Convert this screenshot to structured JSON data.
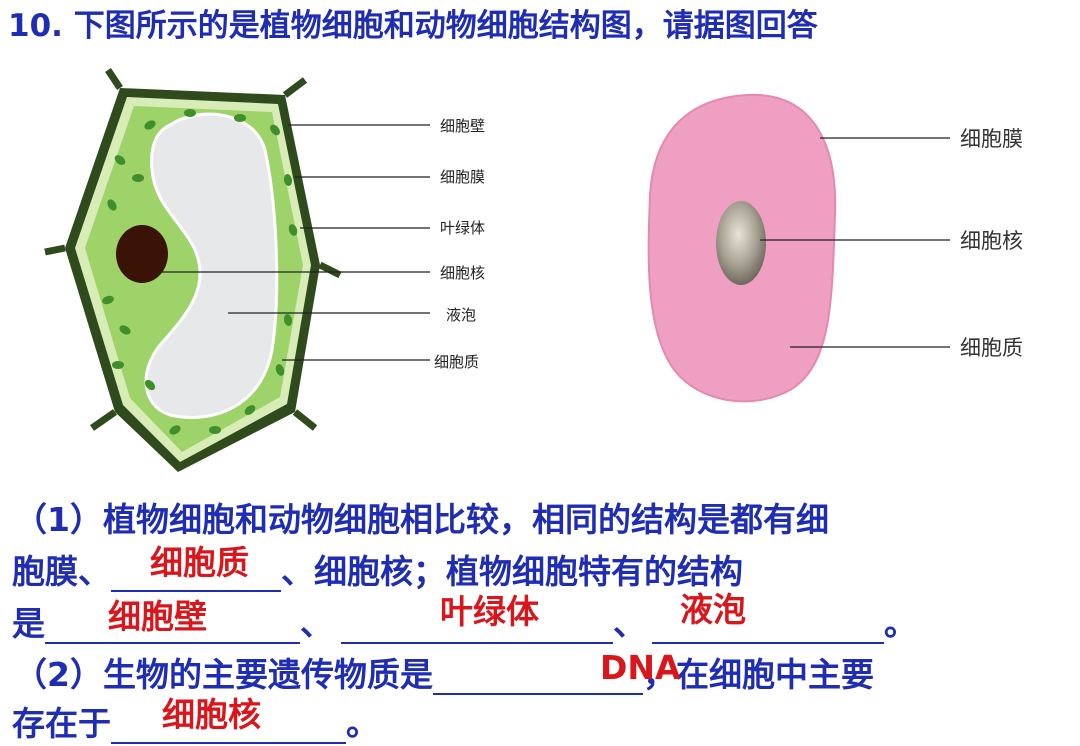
{
  "question": {
    "title": "10. 下图所示的是植物细胞和动物细胞结构图，请据图回答"
  },
  "plant_cell": {
    "labels": [
      "细胞壁",
      "细胞膜",
      "叶绿体",
      "细胞核",
      "液泡",
      "细胞质"
    ],
    "colors": {
      "cytoplasm": "#9ed36a",
      "wall": "#2f4a1c",
      "vacuole": "#e6e8ea",
      "nucleus": "#3a1206",
      "chloroplast": "#3f8f2a"
    }
  },
  "animal_cell": {
    "labels": [
      "细胞膜",
      "细胞核",
      "细胞质"
    ],
    "colors": {
      "cytoplasm": "#ef9fc2",
      "nucleus": "#9a9486"
    }
  },
  "part1": {
    "seg1": "（1）植物细胞和动物细胞相比较，相同的结构是都有细",
    "seg2a": "胞膜、",
    "seg2b": "、细胞核；植物细胞特有的结构",
    "seg3a": "是",
    "sep1": "、",
    "sep2": "、",
    "end": "。"
  },
  "part2": {
    "seg1": "（2）生物的主要遗传物质是",
    "seg1b": "，在细胞中主要",
    "seg2": "存在于",
    "end": "。"
  },
  "answers": {
    "a1": "细胞质",
    "a2": "细胞壁",
    "a3": "叶绿体",
    "a4": "液泡",
    "a5": "DNA",
    "a6": "细胞核"
  }
}
